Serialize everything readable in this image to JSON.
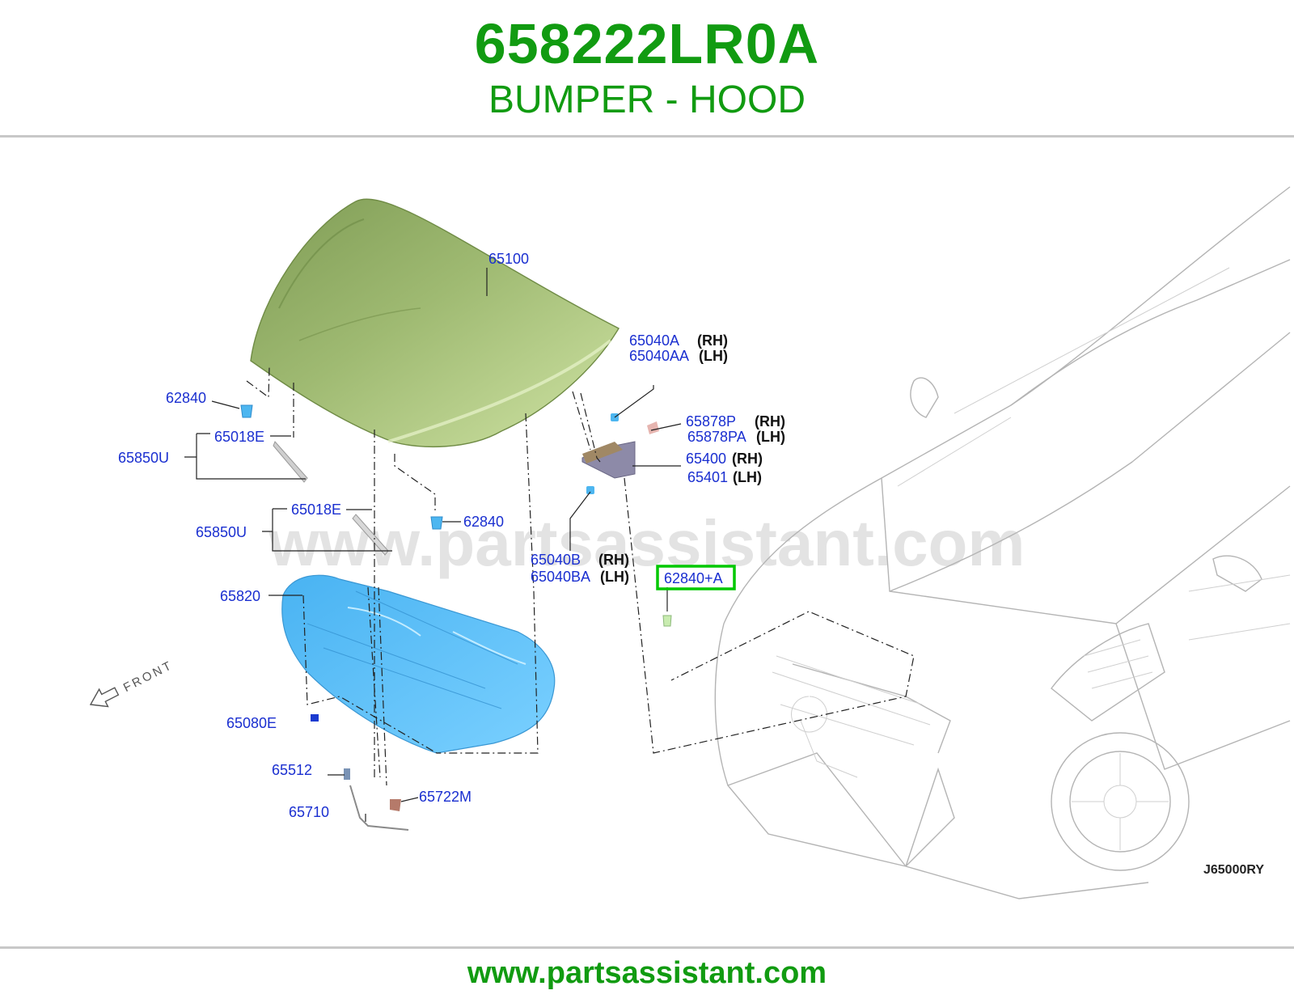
{
  "header": {
    "part_number": "658222LR0A",
    "title": "BUMPER - HOOD"
  },
  "diagram": {
    "watermark": "www.partsassistant.com",
    "front_label": "FRONT",
    "diagram_code": "J65000RY",
    "highlight_color": "#00c800",
    "labels": {
      "p65100": "65100",
      "p62840_a": "62840",
      "p65018e_a": "65018E",
      "p65850u_a": "65850U",
      "p65018e_b": "65018E",
      "p65850u_b": "65850U",
      "p62840_b": "62840",
      "p65820": "65820",
      "p65080e": "65080E",
      "p65512": "65512",
      "p65710": "65710",
      "p65722m": "65722M",
      "p65040a": "65040A",
      "p65040aa": "65040AA",
      "p65878p": "65878P",
      "p65878pa": "65878PA",
      "p65400": "65400",
      "p65401": "65401",
      "p65040b": "65040B",
      "p65040ba": "65040BA",
      "p62840_hl": "62840+A"
    },
    "sides": {
      "rh": "(RH)",
      "lh": "(LH)"
    }
  },
  "footer": {
    "url": "www.partsassistant.com"
  }
}
